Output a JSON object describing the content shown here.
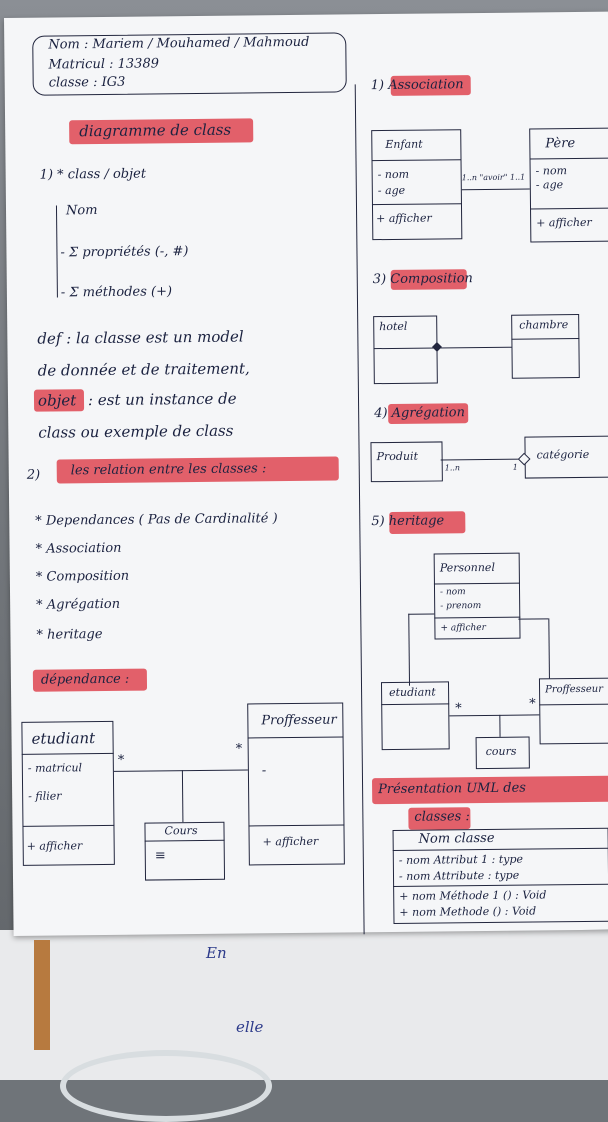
{
  "header": {
    "name": "Nom : Mariem / Mouhamed / Mahmoud",
    "matricule": "Matricul : 13389",
    "classe": "classe : IG3"
  },
  "title": "diagramme de class",
  "left": {
    "s1_heading": "1) * class / objet",
    "nom": "Nom",
    "proprietes": "- Σ propriétés (-, #)",
    "methodes": "- Σ méthodes (+)",
    "def1": "def : la classe est un model",
    "def2": "de donnée et de traitement,",
    "objet_word": "objet",
    "def3": ": est un instance de",
    "def4": "class ou exemple de class",
    "s2_num": "2)",
    "s2_heading": "les relation entre les classes :",
    "relations": [
      "* Dependances ( Pas de Cardinalité )",
      "* Association",
      "* Composition",
      "* Agrégation",
      "* heritage"
    ],
    "dep_heading": "dépendance :",
    "dep": {
      "etudiant": "etudiant",
      "etudiant_attr1": "- matricul",
      "etudiant_attr2": "- filier",
      "etudiant_method": "+ afficher",
      "professeur": "Proffesseur",
      "professeur_dash": "-",
      "professeur_method": "+ afficher",
      "cours": "Cours",
      "cours_lines": "≡",
      "star1": "*",
      "star2": "*"
    }
  },
  "right": {
    "s1_heading": "1) Association",
    "assoc": {
      "enfant": "Enfant",
      "enfant_attr1": "- nom",
      "enfant_attr2": "- age",
      "enfant_method": "+ afficher",
      "pere": "Père",
      "pere_attr1": "- nom",
      "pere_attr2": "- age",
      "pere_method": "+ afficher",
      "link": "1..n \"avoir\" 1..1"
    },
    "s3_heading": "3) Composition",
    "comp": {
      "hotel": "hotel",
      "chambre": "chambre"
    },
    "s4_heading": "4) Agrégation",
    "agg": {
      "produit": "Produit",
      "categorie": "catégorie",
      "m1": "1..n",
      "m2": "1"
    },
    "s5_heading": "5) heritage",
    "her": {
      "personnel": "Personnel",
      "attr1": "- nom",
      "attr2": "- prenom",
      "method": "+ afficher",
      "etudiant": "etudiant",
      "professeur": "Proffesseur",
      "cours": "cours",
      "star1": "*",
      "star2": "*"
    },
    "pres_heading": "Présentation UML des",
    "pres_heading2": "classes :",
    "pres": {
      "name": "Nom classe",
      "attr1": "- nom Attribut 1 : type",
      "attr2": "- nom Attribute : type",
      "m1": "+ nom Méthode 1 () : Void",
      "m2": "+ nom Methode () : Void"
    }
  },
  "bottom": {
    "scribble1": "En",
    "scribble2": "elle"
  }
}
